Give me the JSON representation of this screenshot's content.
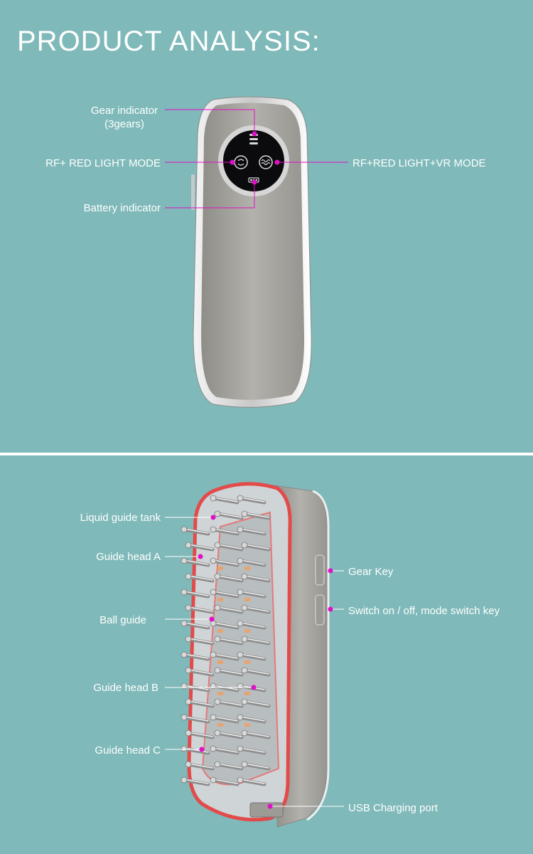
{
  "title": "PRODUCT ANALYSIS:",
  "colors": {
    "background": "#7fb9b9",
    "text": "#ffffff",
    "callout_line": "#e010c8",
    "device_body": "#a8a6a0",
    "red_accent": "#e34a4a"
  },
  "top_labels": {
    "gear_indicator": "Gear indicator",
    "gear_indicator_sub": "(3gears)",
    "rf_red_light_mode": "RF+ RED LIGHT MODE",
    "battery_indicator": "Battery indicator",
    "rf_red_light_vr_mode": "RF+RED LIGHT+VR MODE"
  },
  "bottom_labels": {
    "liquid_guide_tank": "Liquid guide tank",
    "guide_head_a": "Guide head A",
    "ball_guide": "Ball guide",
    "guide_head_b": "Guide head B",
    "guide_head_c": "Guide head C",
    "gear_key": "Gear Key",
    "switch_key": "Switch on / off, mode switch key",
    "usb_port": "USB Charging port"
  }
}
